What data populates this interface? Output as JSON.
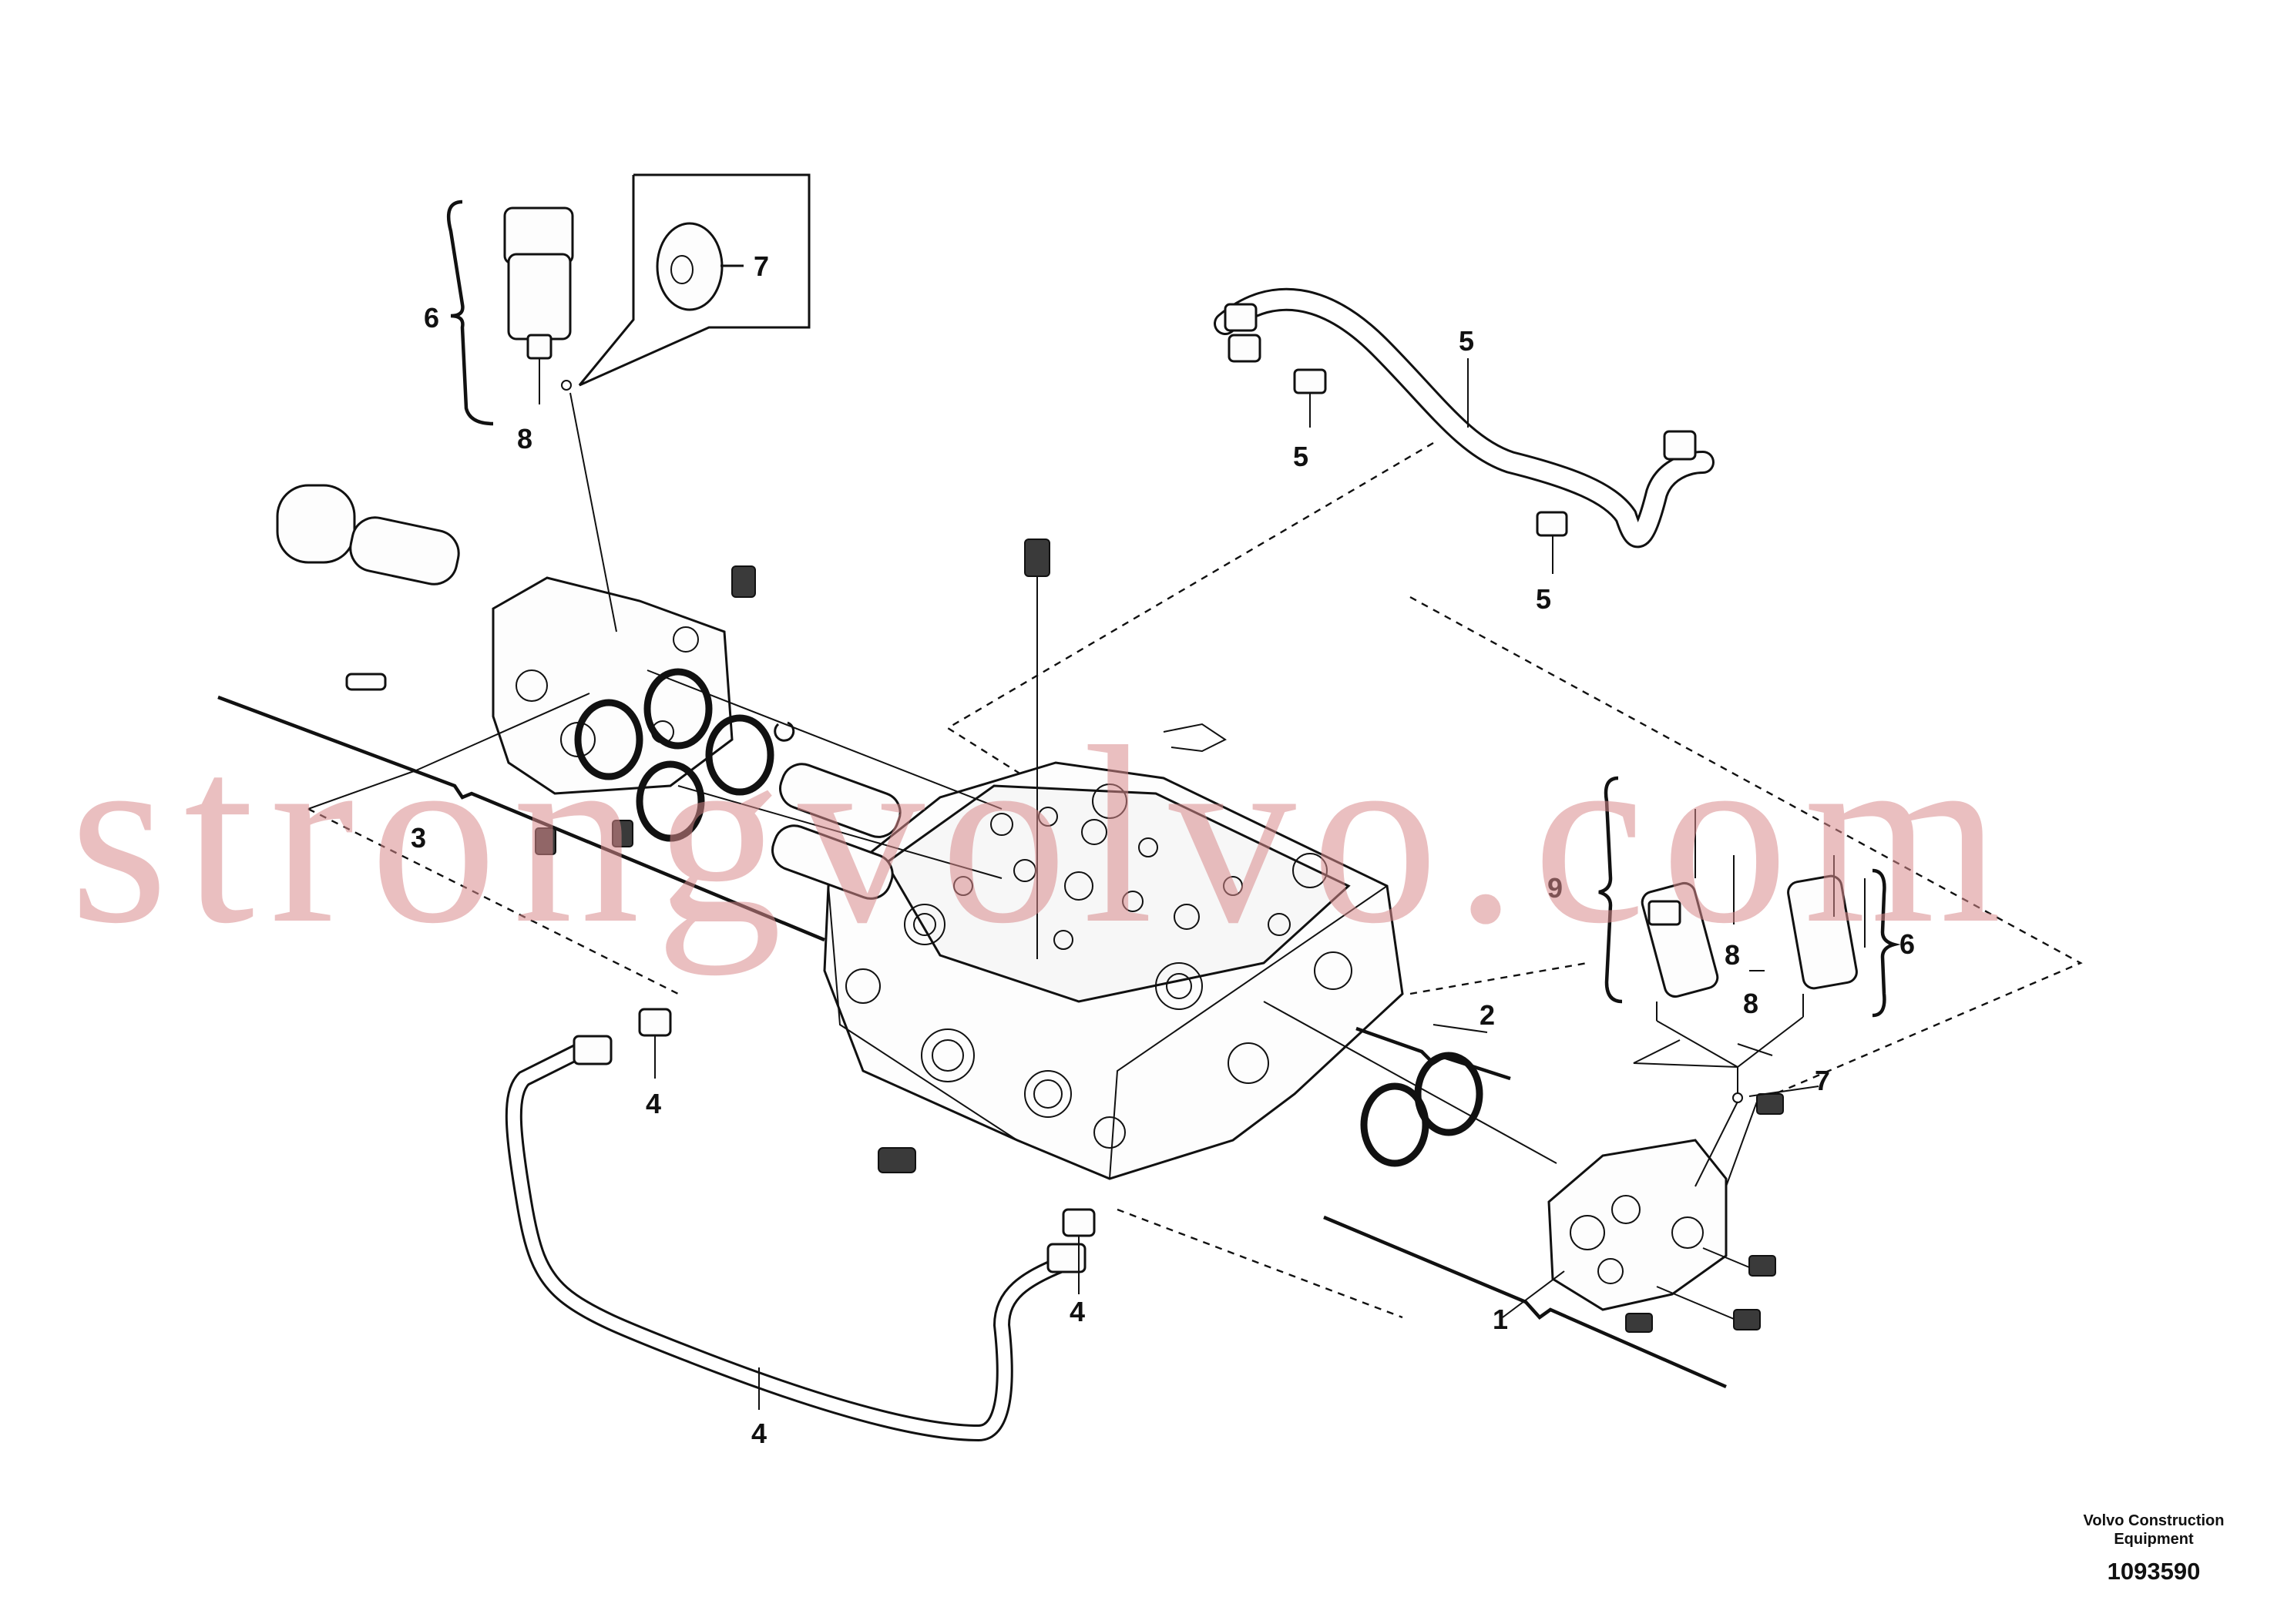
{
  "watermark": "strongvolvo.com",
  "credit": {
    "line1": "Volvo Construction",
    "line2": "Equipment"
  },
  "doc_number": "1093590",
  "callouts": {
    "c1": "1",
    "c2": "2",
    "c3": "3",
    "c4a": "4",
    "c4b": "4",
    "c4c": "4",
    "c5a": "5",
    "c5b": "5",
    "c5c": "5",
    "c6a": "6",
    "c6b": "6",
    "c7a": "7",
    "c7b": "7",
    "c8a": "8",
    "c8b": "8",
    "c8c": "8",
    "c9": "9"
  }
}
